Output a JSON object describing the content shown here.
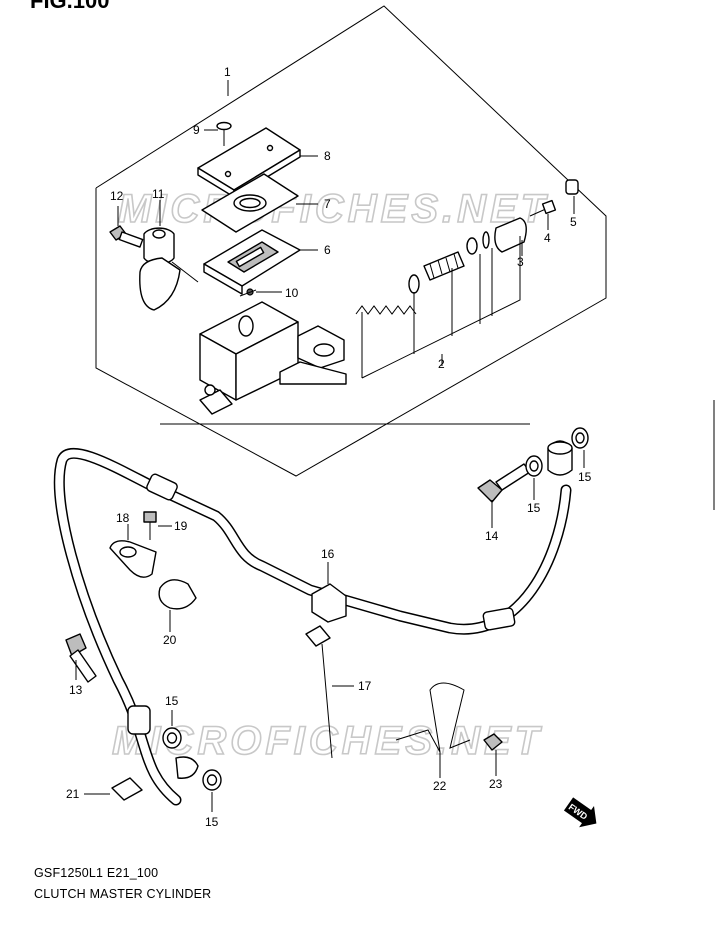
{
  "header": {
    "fig_title": "FIG.100"
  },
  "watermarks": [
    "MICROFICHES.NET",
    "MICROFICHES.NET"
  ],
  "callouts": [
    {
      "id": "c1",
      "text": "1"
    },
    {
      "id": "c2",
      "text": "2"
    },
    {
      "id": "c3",
      "text": "3"
    },
    {
      "id": "c4",
      "text": "4"
    },
    {
      "id": "c5",
      "text": "5"
    },
    {
      "id": "c6",
      "text": "6"
    },
    {
      "id": "c7",
      "text": "7"
    },
    {
      "id": "c8",
      "text": "8"
    },
    {
      "id": "c9",
      "text": "9"
    },
    {
      "id": "c10",
      "text": "10"
    },
    {
      "id": "c11",
      "text": "11"
    },
    {
      "id": "c12",
      "text": "12"
    },
    {
      "id": "c13",
      "text": "13"
    },
    {
      "id": "c14",
      "text": "14"
    },
    {
      "id": "c15a",
      "text": "15"
    },
    {
      "id": "c15b",
      "text": "15"
    },
    {
      "id": "c15c",
      "text": "15"
    },
    {
      "id": "c15d",
      "text": "15"
    },
    {
      "id": "c16",
      "text": "16"
    },
    {
      "id": "c17",
      "text": "17"
    },
    {
      "id": "c18",
      "text": "18"
    },
    {
      "id": "c19",
      "text": "19"
    },
    {
      "id": "c20",
      "text": "20"
    },
    {
      "id": "c21",
      "text": "21"
    },
    {
      "id": "c22",
      "text": "22"
    },
    {
      "id": "c23",
      "text": "23"
    }
  ],
  "fwd_label": "FWD",
  "footer": {
    "model_code": "GSF1250L1 E21_100",
    "title": "CLUTCH MASTER CYLINDER"
  }
}
